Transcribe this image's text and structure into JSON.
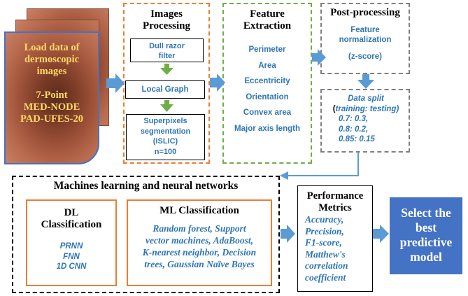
{
  "input": {
    "lines": [
      "Load data of",
      "dermoscopic",
      "images"
    ],
    "datasets": [
      "7-Point",
      "MED-NODE",
      "PAD-UFES-20"
    ]
  },
  "images_processing": {
    "title_lines": [
      "Images",
      "Processing"
    ],
    "step1_lines": [
      "Dull razor",
      "filter"
    ],
    "step2": "Local Graph",
    "step3_lines": [
      "Superpixels",
      "segmentation",
      "(iSLIC)",
      "n=100"
    ]
  },
  "feature_extraction": {
    "title_lines": [
      "Feature",
      "Extraction"
    ],
    "items": [
      "Perimeter",
      "Area",
      "Eccentricity",
      "Orientation",
      "Convex area",
      "Major axis length"
    ]
  },
  "post_processing": {
    "title": "Post-processing",
    "lines": [
      "Feature",
      "normalization",
      "(z-score)"
    ]
  },
  "data_split": {
    "title": "Data split",
    "subtitle_open": "(",
    "subtitle_label": "training: testing)",
    "ratios": [
      "0.7: 0.3,",
      "0.8: 0.2,",
      "0.85: 0.15"
    ]
  },
  "ml_nn": {
    "title": "Machines learning and neural networks",
    "dl_title_lines": [
      "DL",
      "Classification"
    ],
    "dl_items": [
      "PRNN",
      "FNN",
      "1D CNN"
    ],
    "ml_title": "ML Classification",
    "ml_lines": [
      "Random forest, Support",
      "vector machines, AdaBoost,",
      "K-nearest neighbor, Decision",
      "trees, Gaussian Naïve Bayes"
    ]
  },
  "performance": {
    "title_lines": [
      "Performance",
      "Metrics"
    ],
    "items": [
      "Accuracy,",
      "Precision,",
      "F1-score,",
      "Matthew's",
      "correlation",
      "coefficient"
    ]
  },
  "select": {
    "lines": [
      "Select the",
      "best",
      "predictive",
      "model"
    ]
  },
  "colors": {
    "orange": "#ed7d31",
    "green": "#70ad47",
    "gray": "#808080",
    "blue_text": "#2e75b6",
    "arrow_blue": "#5b9bd5",
    "arrow_green": "#70ad47",
    "select_bg": "#4472c4"
  }
}
